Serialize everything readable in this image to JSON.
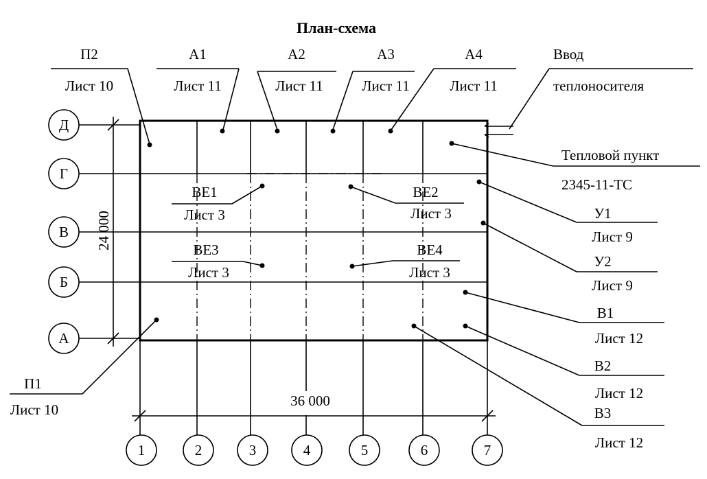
{
  "title": "План-схема",
  "row_axes": [
    "Д",
    "Г",
    "В",
    "Б",
    "А"
  ],
  "col_axes": [
    "1",
    "2",
    "3",
    "4",
    "5",
    "6",
    "7"
  ],
  "dimensions": {
    "vertical": "24 000",
    "horizontal": "36 000"
  },
  "callouts": {
    "p2": {
      "name": "П2",
      "sheet": "Лист 10"
    },
    "a1": {
      "name": "А1",
      "sheet": "Лист 11"
    },
    "a2": {
      "name": "А2",
      "sheet": "Лист 11"
    },
    "a3": {
      "name": "А3",
      "sheet": "Лист 11"
    },
    "a4": {
      "name": "А4",
      "sheet": "Лист 11"
    },
    "vvod": {
      "line1": "Ввод",
      "line2": "теплоносителя"
    },
    "tp": {
      "line1": "Тепловой пункт",
      "line2": "2345-11-ТС"
    },
    "u1": {
      "name": "У1",
      "sheet": "Лист 9"
    },
    "u2": {
      "name": "У2",
      "sheet": "Лист 9"
    },
    "b1": {
      "name": "В1",
      "sheet": "Лист 12"
    },
    "b2": {
      "name": "В2",
      "sheet": "Лист 12"
    },
    "b3": {
      "name": "В3",
      "sheet": "Лист 12"
    },
    "be1": {
      "name": "ВЕ1",
      "sheet": "Лист 3"
    },
    "be2": {
      "name": "ВЕ2",
      "sheet": "Лист 3"
    },
    "be3": {
      "name": "ВЕ3",
      "sheet": "Лист 3"
    },
    "be4": {
      "name": "ВЕ4",
      "sheet": "Лист 3"
    },
    "p1": {
      "name": "П1",
      "sheet": "Лист 10"
    }
  }
}
